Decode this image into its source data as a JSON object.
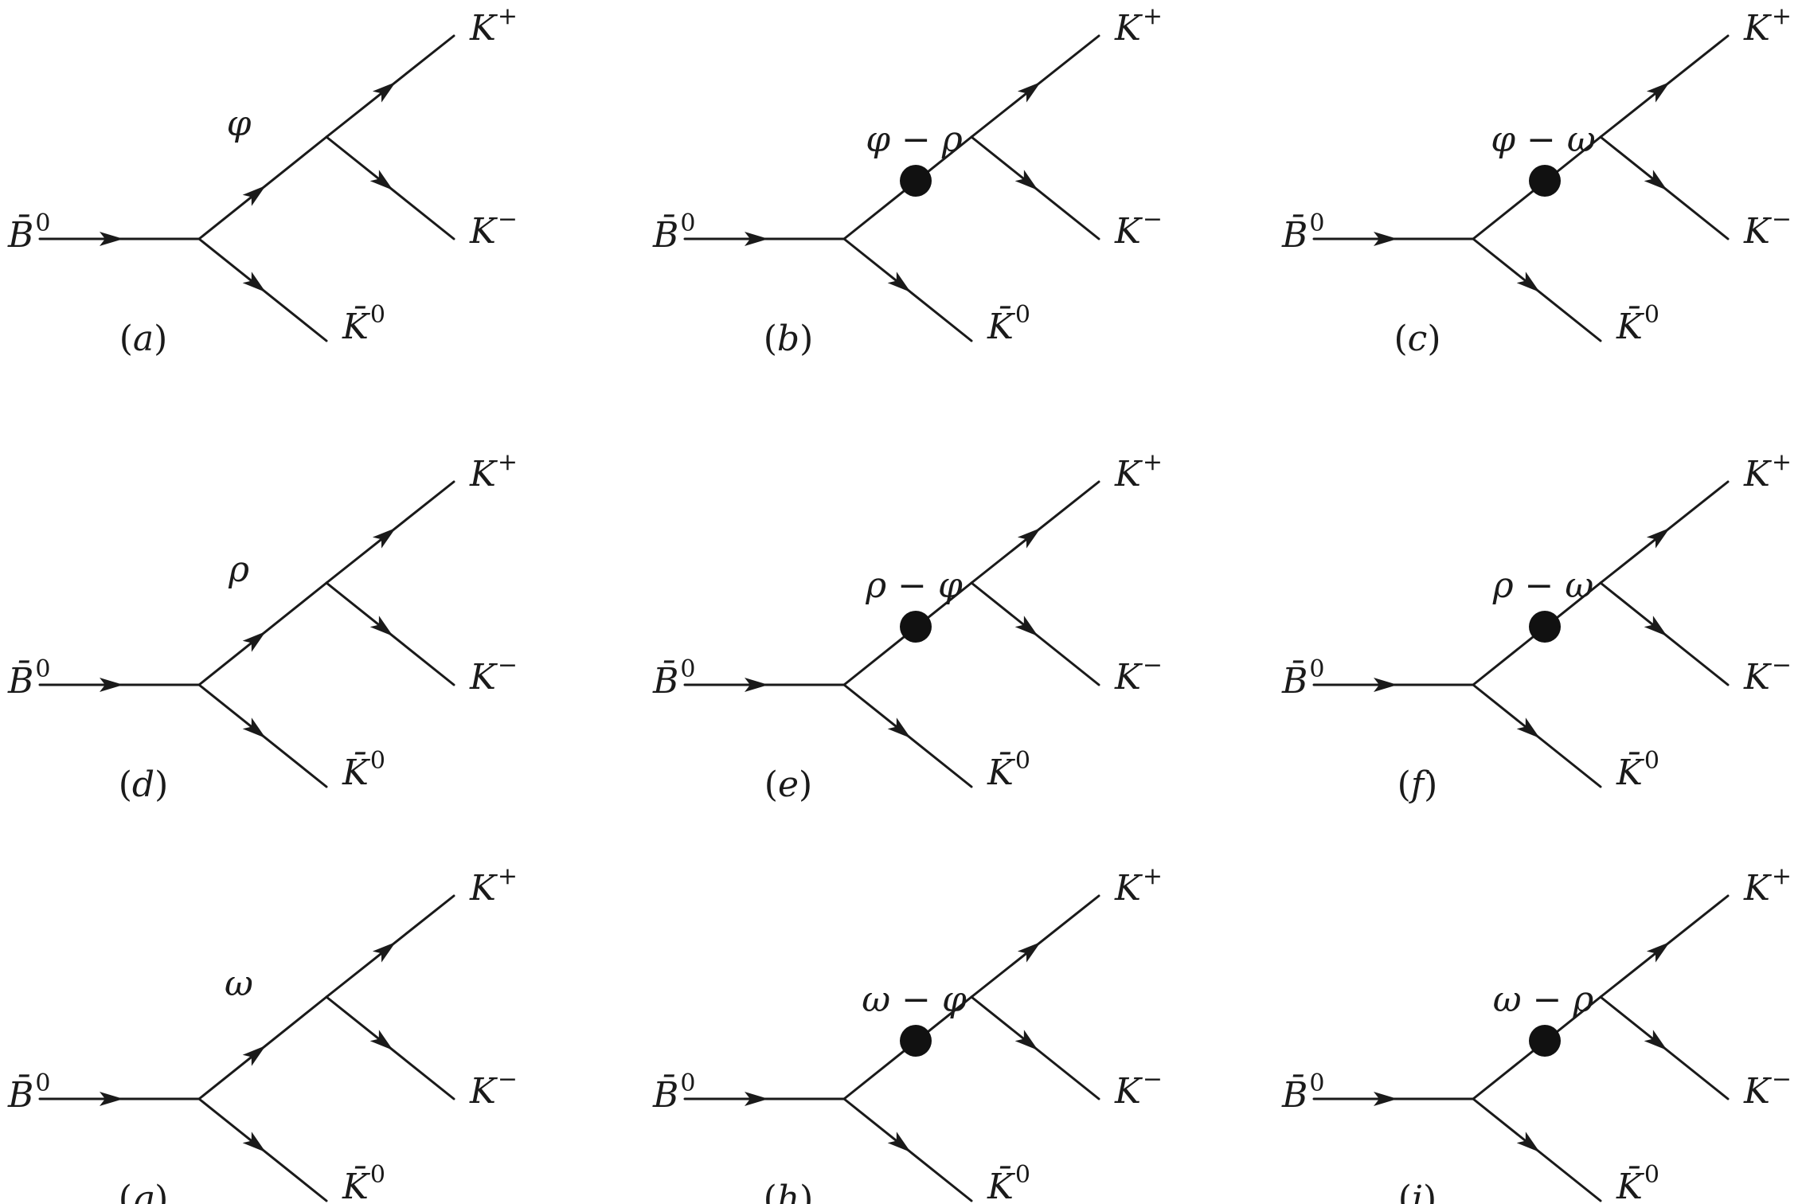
{
  "diagrams": [
    {
      "caption_letter": "a",
      "mediator": "φ",
      "blob": false
    },
    {
      "caption_letter": "b",
      "mediator": "φ − ρ",
      "blob": true
    },
    {
      "caption_letter": "c",
      "mediator": "φ − ω",
      "blob": true
    },
    {
      "caption_letter": "d",
      "mediator": "ρ",
      "blob": false
    },
    {
      "caption_letter": "e",
      "mediator": "ρ − φ",
      "blob": true
    },
    {
      "caption_letter": "f",
      "mediator": "ρ − ω",
      "blob": true
    },
    {
      "caption_letter": "g",
      "mediator": "ω",
      "blob": false
    },
    {
      "caption_letter": "h",
      "mediator": "ω − φ",
      "blob": true
    },
    {
      "caption_letter": "i",
      "mediator": "ω − ρ",
      "blob": true
    }
  ],
  "particles": {
    "initial": {
      "base": "B̄",
      "sup": "0"
    },
    "neutral_kaon": {
      "base": "K̄",
      "sup": "0"
    },
    "k_plus": {
      "base": "K",
      "sup": "+"
    },
    "k_minus": {
      "base": "K",
      "sup": "−"
    }
  },
  "colors": {
    "line": "#1a1a1a",
    "blob": "#111111",
    "background": "#ffffff"
  }
}
